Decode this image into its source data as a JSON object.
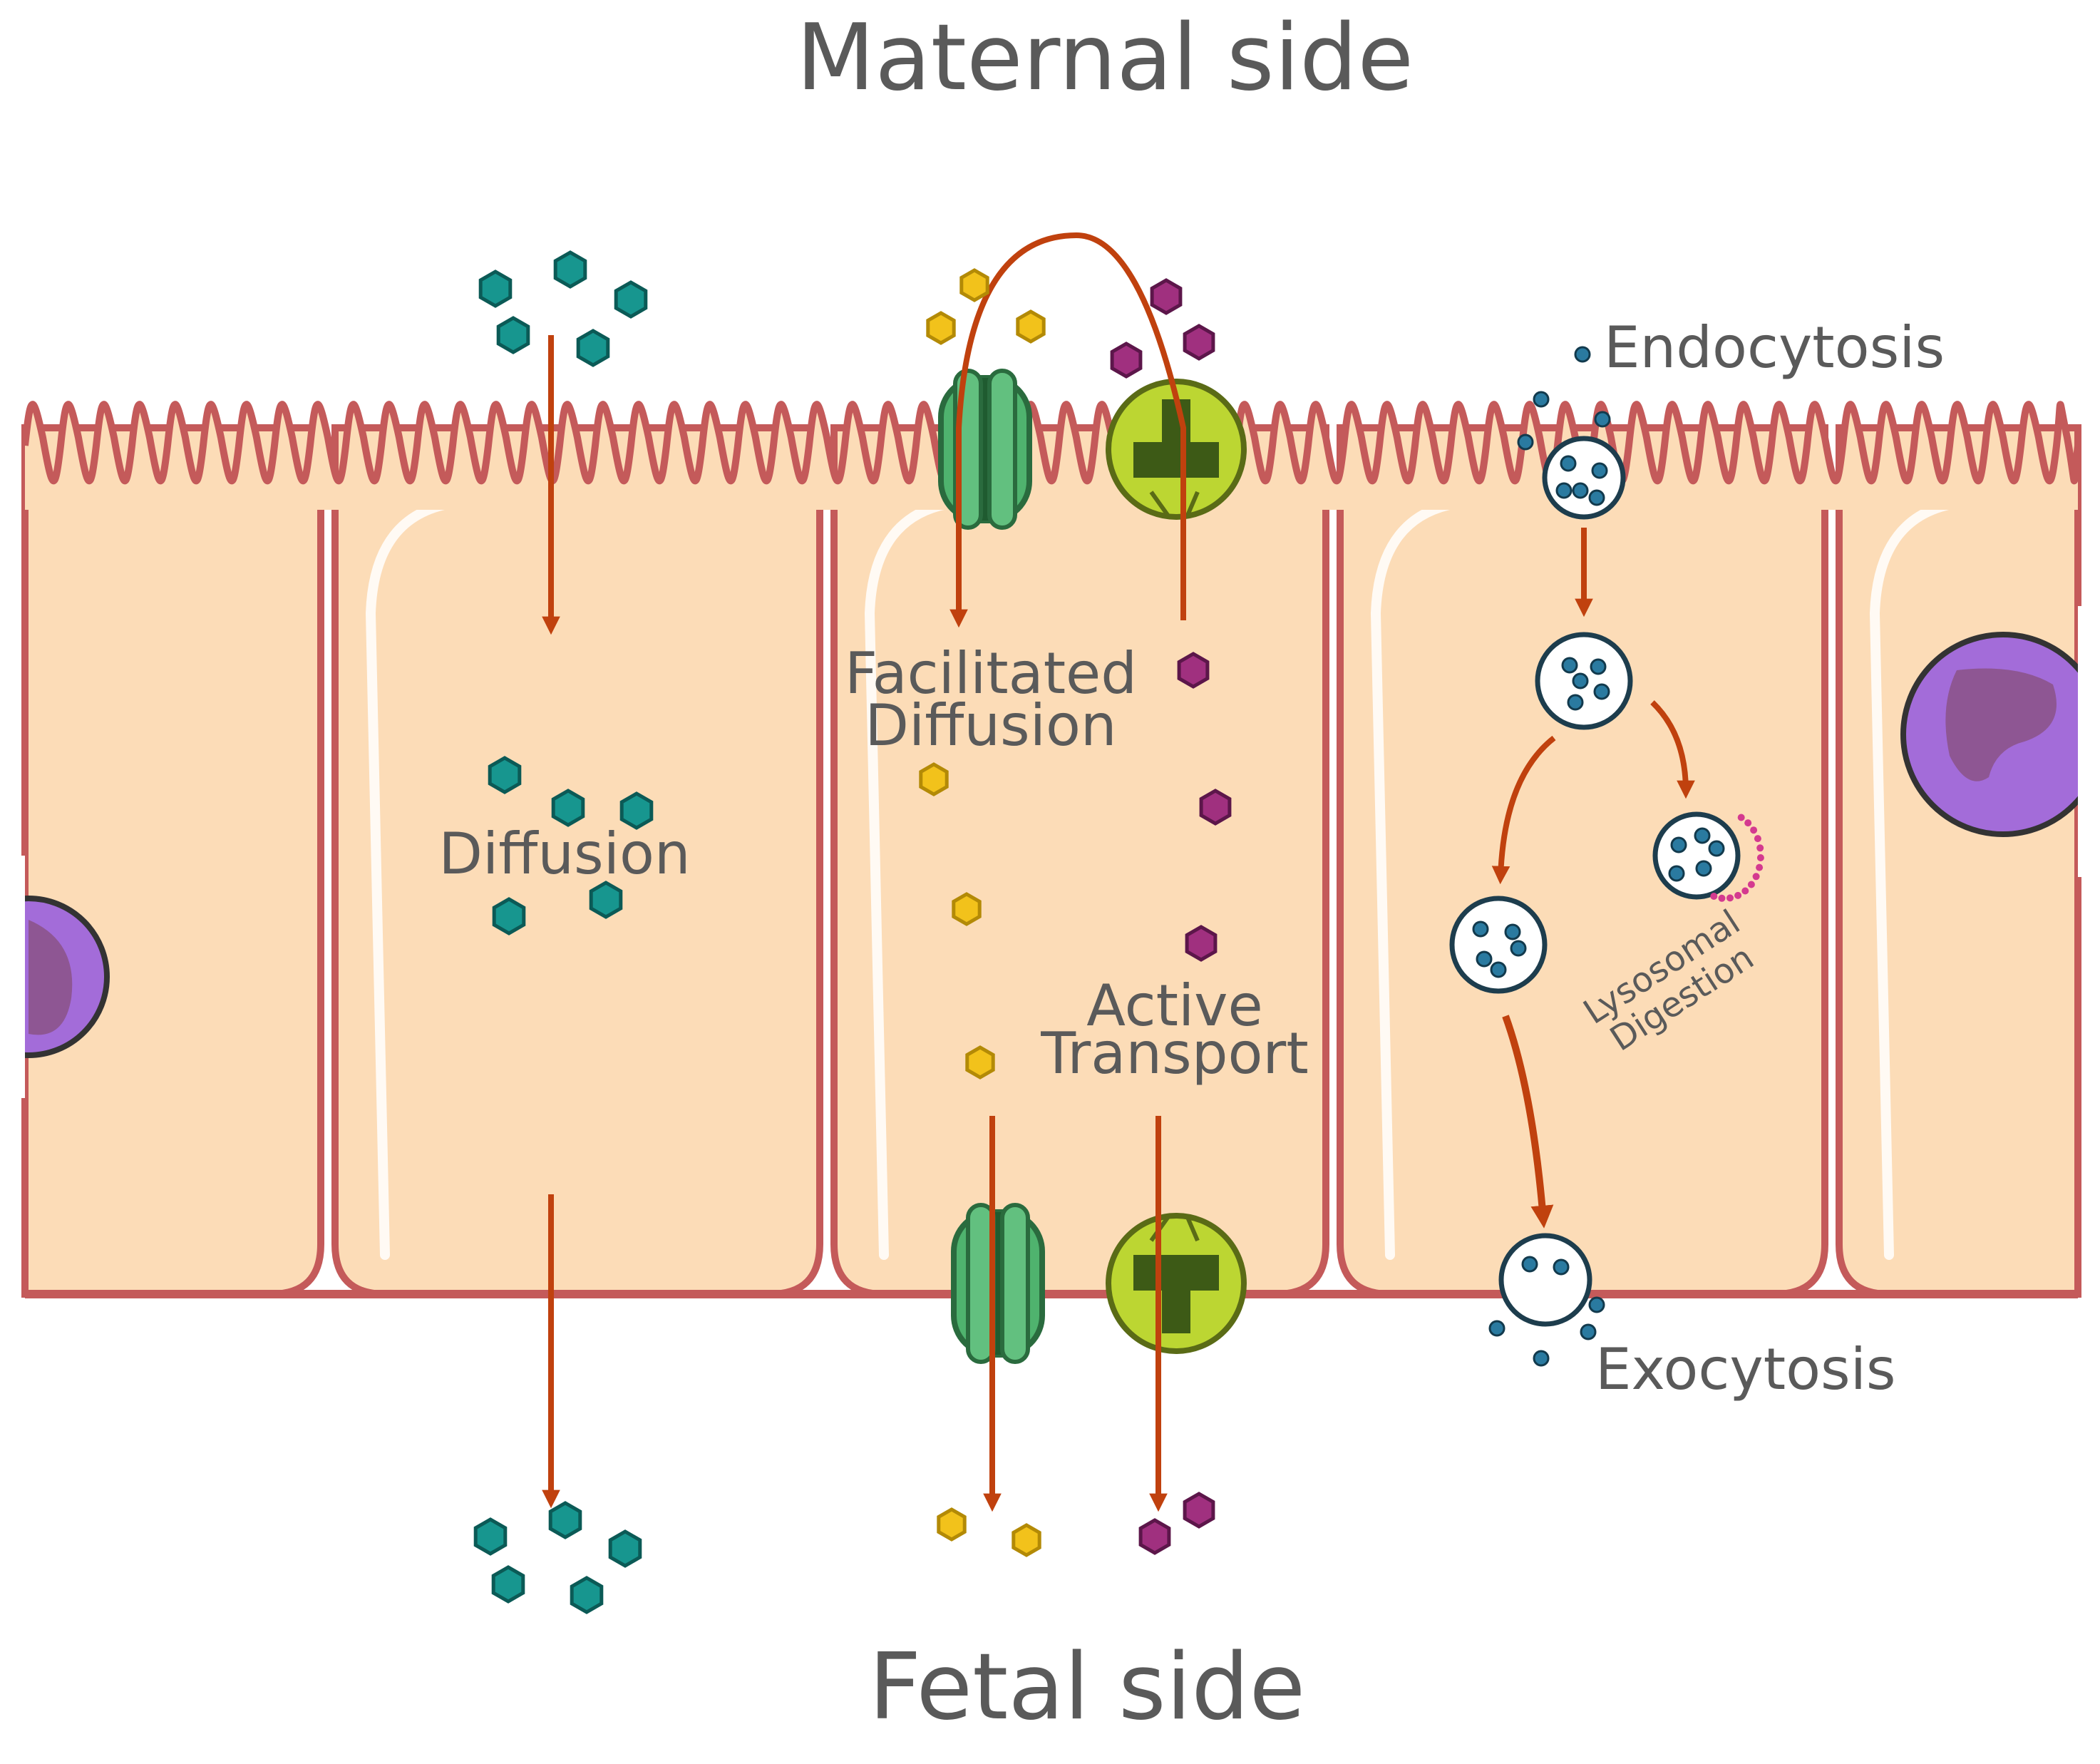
{
  "diagram": {
    "top_label": "Maternal side",
    "bottom_label": "Fetal side",
    "labels": {
      "diffusion": "Diffusion",
      "facilitated_line1": "Facilitated",
      "facilitated_line2": "Diffusion",
      "active_line1": "Active",
      "active_line2": "Transport",
      "endocytosis": "Endocytosis",
      "exocytosis": "Exocytosis",
      "lysosomal_line1": "Lysosomal",
      "lysosomal_line2": "Digestion"
    },
    "colors": {
      "cytoplasm": "#fcdcb7",
      "membrane": "#c45a5a",
      "arrow": "#c0410e",
      "teal_molecule": "#17968f",
      "yellow_molecule": "#f2c21b",
      "purple_molecule": "#a0307f",
      "blue_particle": "#2a7aa0",
      "nucleus": "#a36cd9",
      "nucleolus": "#8e5693",
      "channel": "#4fb36e",
      "carrier": "#bcd632"
    }
  }
}
